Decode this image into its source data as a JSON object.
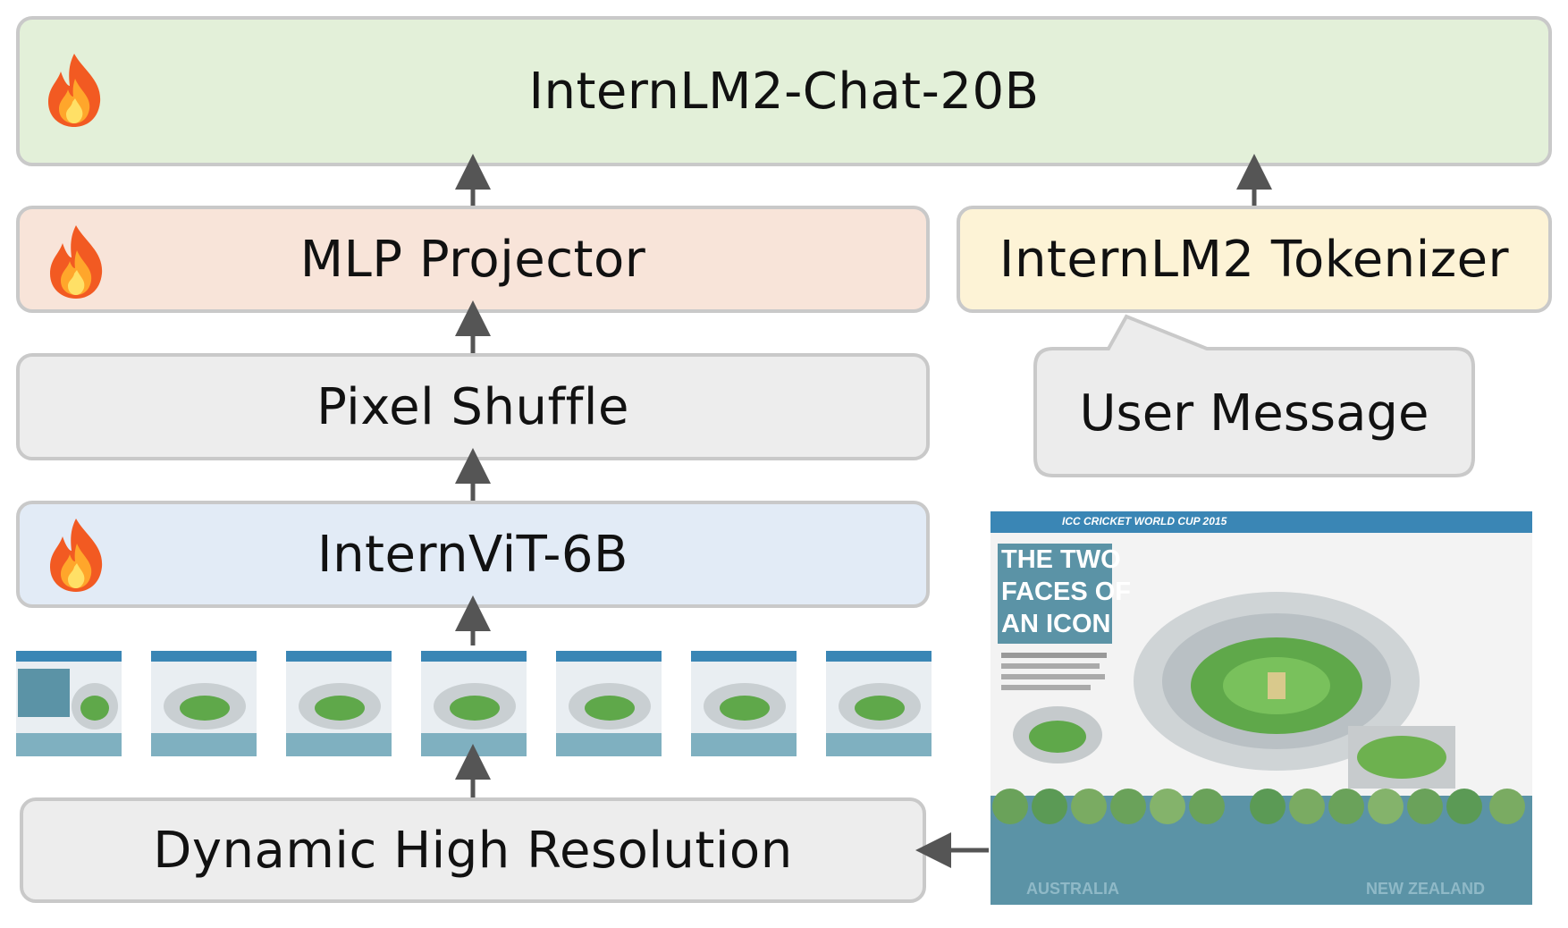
{
  "diagram": {
    "llm": {
      "label": "InternLM2-Chat-20B",
      "fill": "#e3f0d9",
      "trainable": true
    },
    "projector": {
      "label": "MLP Projector",
      "fill": "#f8e4d9",
      "trainable": true
    },
    "tokenizer": {
      "label": "InternLM2 Tokenizer",
      "fill": "#fdf3d6",
      "trainable": false
    },
    "user_message": {
      "label": "User Message",
      "fill": "#ececec"
    },
    "pixel_shuffle": {
      "label": "Pixel Shuffle",
      "fill": "#ededed"
    },
    "vit": {
      "label": "InternViT-6B",
      "fill": "#e2ebf6",
      "trainable": true
    },
    "dynamic_res": {
      "label": "Dynamic High Resolution",
      "fill": "#ededed"
    },
    "tiles": {
      "count": 7
    },
    "input_image": {
      "title_lines": [
        "THE TWO",
        "FACES OF",
        "AN ICON"
      ],
      "header": "ICC CRICKET WORLD CUP 2015",
      "footer_left": "AUSTRALIA",
      "footer_right": "NEW ZEALAND"
    },
    "icons": {
      "trainable": "fire-icon"
    },
    "colors": {
      "border": "#c9c9c9",
      "arrow": "#555555",
      "poster_teal": "#5b93a6"
    }
  }
}
